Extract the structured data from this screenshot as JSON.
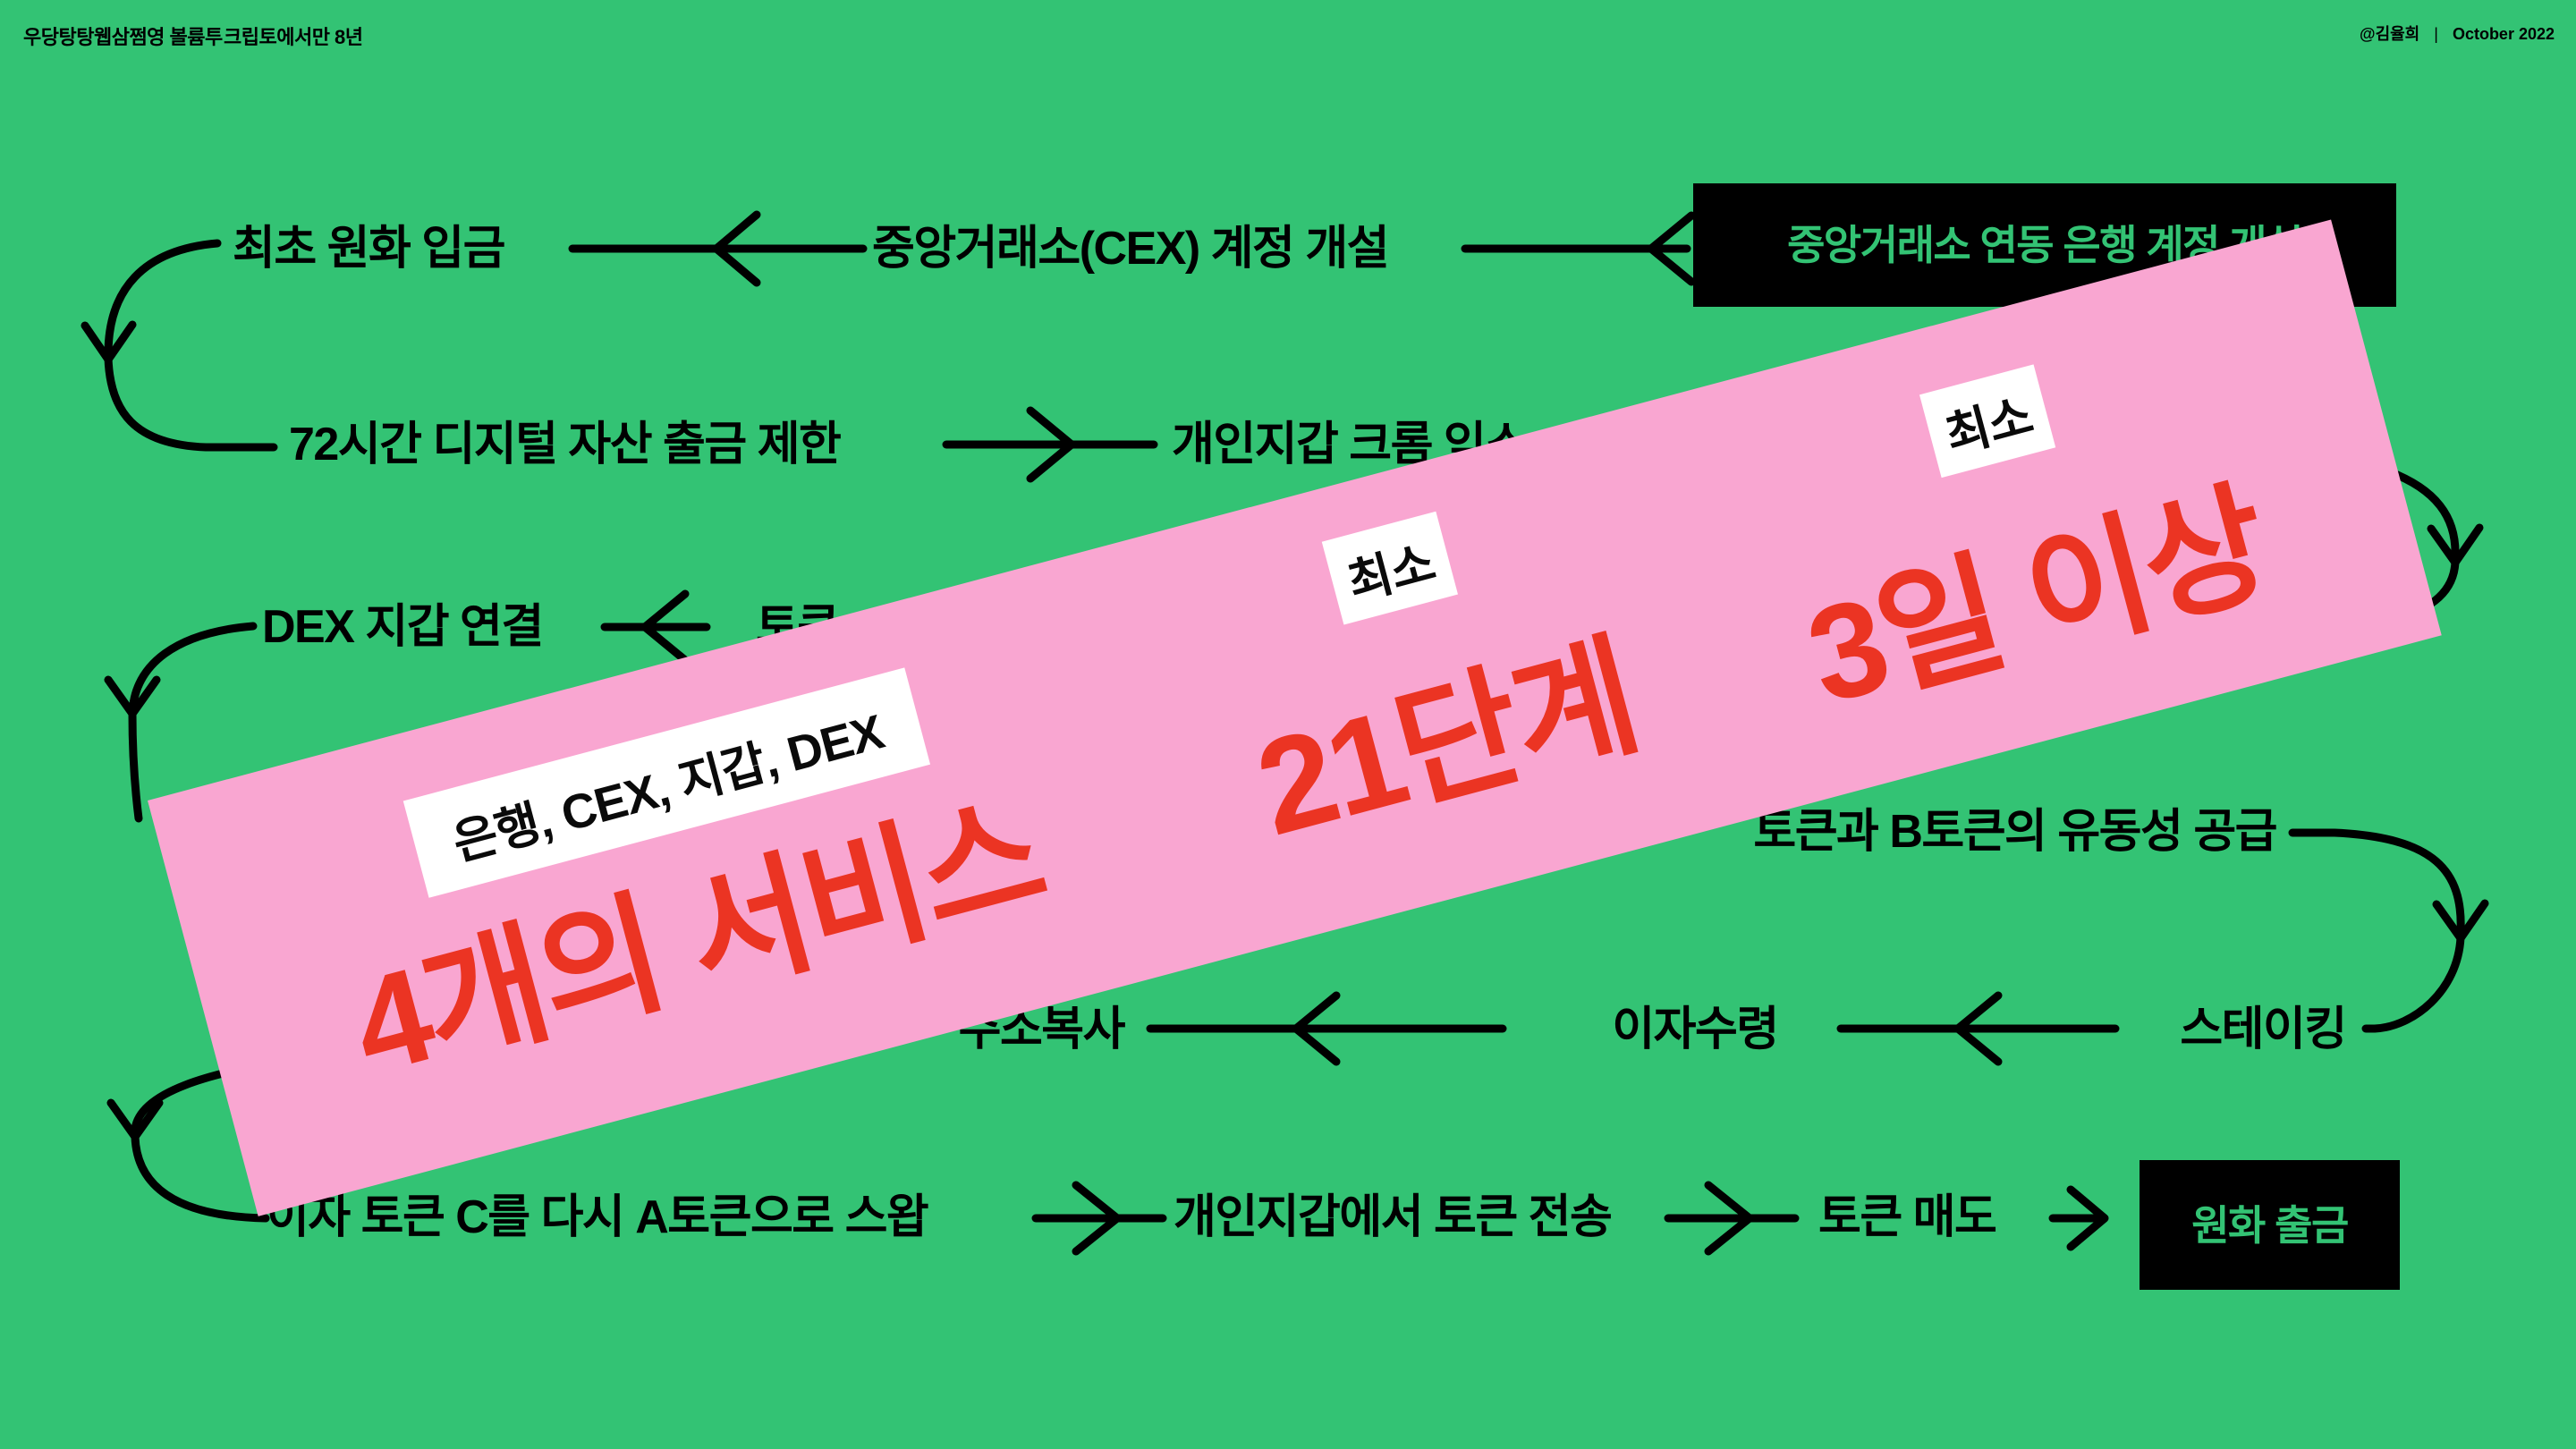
{
  "colors": {
    "background_green": "#33c374",
    "banner_pink": "#f9a6d1",
    "stat_red": "#eb3423",
    "ink_black": "#000000",
    "box_text_green": "#33c374",
    "label_white": "#ffffff"
  },
  "header": {
    "left_primary": "우당탕탕웹삼쩜영 볼륨투",
    "left_secondary": "크립토에서만 8년",
    "right_handle": "@김율희",
    "right_separator": "|",
    "right_date": "October 2022"
  },
  "flow": {
    "row1": {
      "step1": "최초 원화 입금",
      "step2": "중앙거래소(CEX) 계정 개설",
      "step3": "중앙거래소 연동 은행 계정 개설"
    },
    "row2": {
      "step1": "72시간 디지털 자산 출금 제한",
      "step2": "개인지갑 크롬 익스"
    },
    "row3": {
      "step1": "DEX 지갑 연결",
      "step2": "토큰"
    },
    "row4": {
      "step1": "토큰과 B토큰의 유동성 공급"
    },
    "row5": {
      "step1": "주소복사",
      "step2": "이자수령",
      "step3": "스테이킹"
    },
    "row6": {
      "step1": "이자 토큰 C를 다시 A토큰으로 스왑",
      "step2": "개인지갑에서 토큰 전송",
      "step3": "토큰 매도",
      "step4": "원화 출금"
    }
  },
  "banner": {
    "label_services": "은행, CEX, 지갑, DEX",
    "stat_services": "4개의 서비스",
    "label_min_1": "최소",
    "stat_steps": "21단계",
    "label_min_2": "최소",
    "stat_days": "3일 이상"
  }
}
